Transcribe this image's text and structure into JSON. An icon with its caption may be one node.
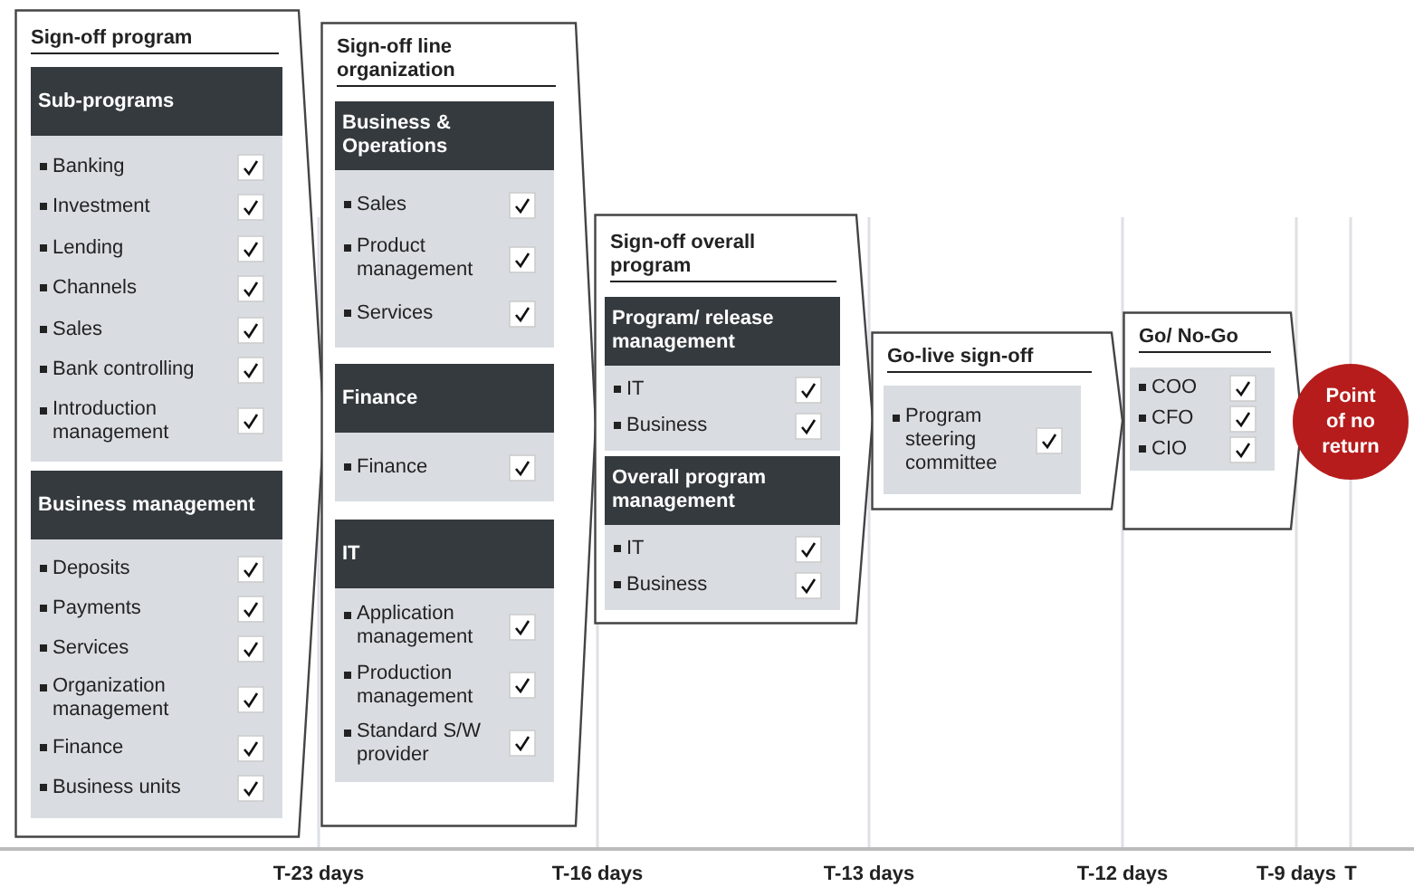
{
  "diagram": {
    "nodes": [
      {
        "text": [
          "Sign-off program"
        ]
      },
      {
        "text": [
          "Sub-programs",
          "Banking",
          "Investment",
          "Lending",
          "Channels",
          "Sales",
          "Bank controlling",
          "Introduction management"
        ],
        "in": 0
      },
      {
        "text": [
          "Business management",
          "Deposits",
          "Payments",
          "Services",
          "Organization management",
          "Finance",
          "Business units"
        ],
        "in": 0
      },
      {
        "text": [
          "Sign-off line organization"
        ]
      },
      {
        "text": [
          "Business & Operations",
          "Sales",
          "Product management",
          "Services"
        ],
        "in": 3
      },
      {
        "text": [
          "Finance",
          "Finance"
        ],
        "in": 3
      },
      {
        "text": [
          "IT",
          "Application management",
          "Production management",
          "Standard S/W provider"
        ],
        "in": 3
      },
      {
        "text": [
          "Sign-off overall program"
        ]
      },
      {
        "text": [
          "Program/ release management",
          "IT",
          "Business"
        ],
        "in": 7
      },
      {
        "text": [
          "Overall program management",
          "IT",
          "Business"
        ],
        "in": 7
      },
      {
        "text": [
          "Go-live sign-off"
        ]
      },
      {
        "text": [
          "Program steering committee"
        ],
        "in": 10
      },
      {
        "text": [
          "Go/ No-Go"
        ]
      },
      {
        "text": [
          "COO",
          "CFO",
          "CIO"
        ],
        "in": 12
      },
      {
        "text": [
          "Point of no return"
        ]
      }
    ],
    "edges": [],
    "labels": [
      "T-23 days",
      "T-16 days",
      "T-13 days",
      "T-12 days",
      "T-9 days",
      "T"
    ]
  }
}
